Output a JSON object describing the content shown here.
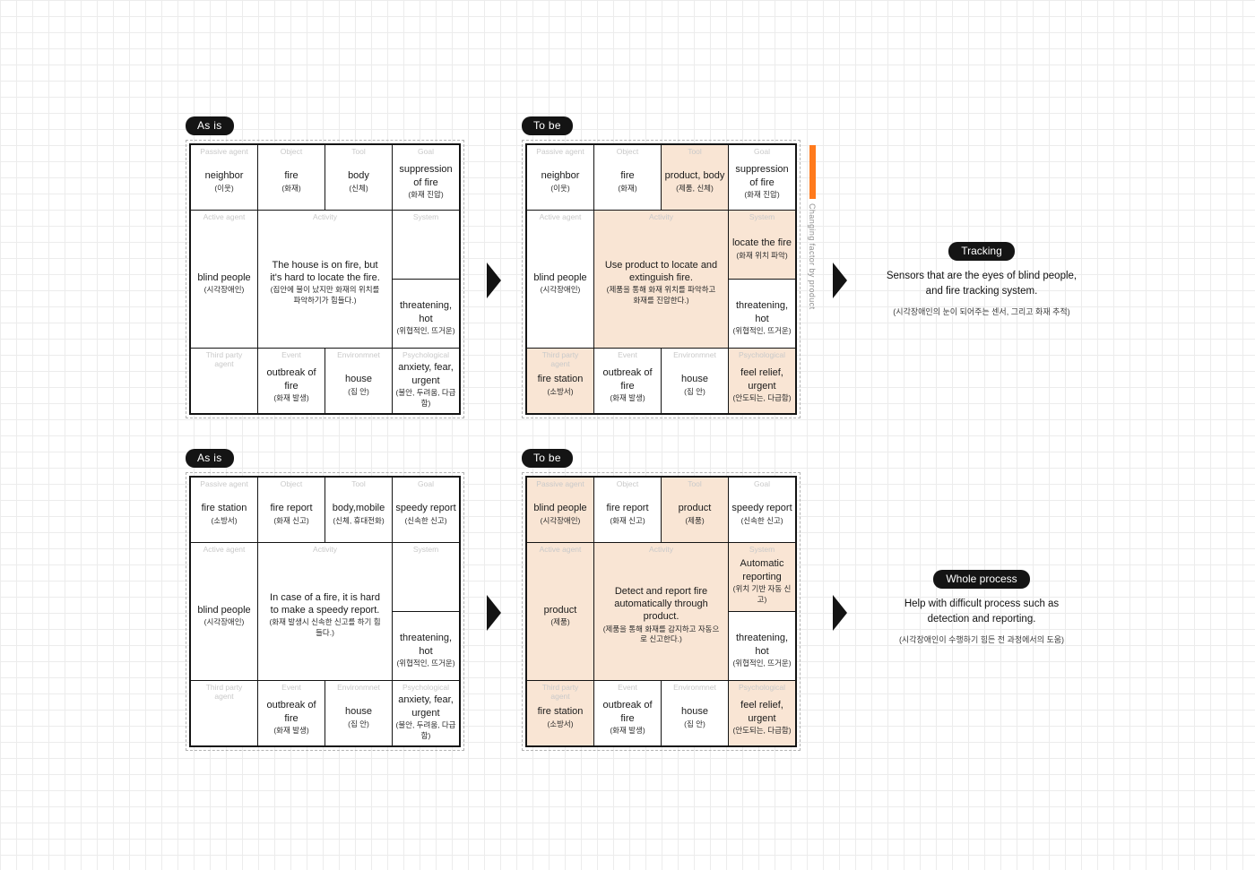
{
  "colors": {
    "highlight": "#f9e5d4",
    "accent": "#ff7a1c",
    "pill_background": "#141414",
    "header_gray": "#c9c9c9"
  },
  "changing_factor_label": "Changing factor by product",
  "grids": {
    "asis_top": {
      "tag": "As is",
      "cells": {
        "passive": {
          "h": "Passive agent",
          "t": "neighbor",
          "k": "(이웃)"
        },
        "object": {
          "h": "Object",
          "t": "fire",
          "k": "(화재)"
        },
        "tool": {
          "h": "Tool",
          "t": "body",
          "k": "(신체)"
        },
        "goal": {
          "h": "Goal",
          "t": "suppression of fire",
          "k": "(화재 진압)"
        },
        "active": {
          "h": "Active agent",
          "t": "blind people",
          "k": "(시각장애인)"
        },
        "activity": {
          "h": "Activity",
          "t": "The house is on fire, but it's hard to locate the fire.",
          "k": "(집안에 불이 났지만 화재의 위치를 파악하기가 힘들다.)"
        },
        "system": {
          "h": "System",
          "t": "",
          "k": ""
        },
        "context": {
          "h": "",
          "t": "threatening, hot",
          "k": "(위협적인, 뜨거운)"
        },
        "third": {
          "h": "Third party agent",
          "t": "",
          "k": ""
        },
        "event": {
          "h": "Event",
          "t": "outbreak of fire",
          "k": "(화재 발생)"
        },
        "environment": {
          "h": "Environmnet",
          "t": "house",
          "k": "(집 안)"
        },
        "psych": {
          "h": "Psychological",
          "t": "anxiety, fear, urgent",
          "k": "(불안, 두려움, 다급함)"
        }
      }
    },
    "tobe_top": {
      "tag": "To be",
      "cells": {
        "passive": {
          "h": "Passive agent",
          "t": "neighbor",
          "k": "(이웃)"
        },
        "object": {
          "h": "Object",
          "t": "fire",
          "k": "(화재)"
        },
        "tool": {
          "h": "Tool",
          "t": "product, body",
          "k": "(제품, 신체)",
          "hl": true
        },
        "goal": {
          "h": "Goal",
          "t": "suppression of fire",
          "k": "(화재 진압)"
        },
        "active": {
          "h": "Active agent",
          "t": "blind people",
          "k": "(시각장애인)"
        },
        "activity": {
          "h": "Activity",
          "t": "Use product to locate and extinguish fire.",
          "k": "(제품을 통해 화재 위치를 파악하고 화재를 진압한다.)",
          "hl": true
        },
        "system": {
          "h": "System",
          "t": "locate the fire",
          "k": "(화재 위치 파악)",
          "hl": true
        },
        "context": {
          "h": "",
          "t": "threatening, hot",
          "k": "(위협적인, 뜨거운)"
        },
        "third": {
          "h": "Third party agent",
          "t": "fire station",
          "k": "(소방서)",
          "hl": true
        },
        "event": {
          "h": "Event",
          "t": "outbreak of fire",
          "k": "(화재 발생)"
        },
        "environment": {
          "h": "Environmnet",
          "t": "house",
          "k": "(집 안)"
        },
        "psych": {
          "h": "Psychological",
          "t": "feel relief, urgent",
          "k": "(안도되는, 다급함)",
          "hl": true
        }
      }
    },
    "asis_bottom": {
      "tag": "As is",
      "cells": {
        "passive": {
          "h": "Passive agent",
          "t": "fire station",
          "k": "(소방서)"
        },
        "object": {
          "h": "Object",
          "t": "fire report",
          "k": "(화재 신고)"
        },
        "tool": {
          "h": "Tool",
          "t": "body,mobile",
          "k": "(신체, 휴대전화)"
        },
        "goal": {
          "h": "Goal",
          "t": "speedy report",
          "k": "(신속한 신고)"
        },
        "active": {
          "h": "Active agent",
          "t": "blind people",
          "k": "(시각장애인)"
        },
        "activity": {
          "h": "Activity",
          "t": "In case of a fire, it is hard to make a speedy report.",
          "k": "(화재 발생시 신속한 신고를 하기 힘들다.)"
        },
        "system": {
          "h": "System",
          "t": "",
          "k": ""
        },
        "context": {
          "h": "",
          "t": "threatening, hot",
          "k": "(위협적인, 뜨거운)"
        },
        "third": {
          "h": "Third party agent",
          "t": "",
          "k": ""
        },
        "event": {
          "h": "Event",
          "t": "outbreak of fire",
          "k": "(화재 발생)"
        },
        "environment": {
          "h": "Environmnet",
          "t": "house",
          "k": "(집 안)"
        },
        "psych": {
          "h": "Psychological",
          "t": "anxiety, fear, urgent",
          "k": "(불안, 두려움, 다급함)"
        }
      }
    },
    "tobe_bottom": {
      "tag": "To be",
      "cells": {
        "passive": {
          "h": "Passive agent",
          "t": "blind people",
          "k": "(시각장애인)",
          "hl": true
        },
        "object": {
          "h": "Object",
          "t": "fire report",
          "k": "(화재 신고)"
        },
        "tool": {
          "h": "Tool",
          "t": "product",
          "k": "(제품)",
          "hl": true
        },
        "goal": {
          "h": "Goal",
          "t": "speedy report",
          "k": "(신속한 신고)"
        },
        "active": {
          "h": "Active agent",
          "t": "product",
          "k": "(제품)",
          "hl": true
        },
        "activity": {
          "h": "Activity",
          "t": "Detect and report fire automatically through product.",
          "k": "(제품을 통해 화재를 감지하고 자동으로 신고한다.)",
          "hl": true
        },
        "system": {
          "h": "System",
          "t": "Automatic reporting",
          "k": "(위치 기반 자동 신고)",
          "hl": true
        },
        "context": {
          "h": "",
          "t": "threatening, hot",
          "k": "(위협적인, 뜨거운)"
        },
        "third": {
          "h": "Third party agent",
          "t": "fire station",
          "k": "(소방서)",
          "hl": true
        },
        "event": {
          "h": "Event",
          "t": "outbreak of fire",
          "k": "(화재 발생)"
        },
        "environment": {
          "h": "Environmnet",
          "t": "house",
          "k": "(집 안)"
        },
        "psych": {
          "h": "Psychological",
          "t": "feel relief, urgent",
          "k": "(안도되는, 다급함)",
          "hl": true
        }
      }
    }
  },
  "annotations": {
    "tracking": {
      "pill": "Tracking",
      "line1": "Sensors that are the eyes of blind people,",
      "line2": "and fire tracking system.",
      "korean": "(시각장애인의 눈이 되어주는 센서, 그리고 화재 추적)"
    },
    "whole_process": {
      "pill": "Whole process",
      "line1": "Help with difficult process such as",
      "line2": "detection and reporting.",
      "korean": "(시각장애인이 수행하기 힘든 전 과정에서의 도움)"
    }
  }
}
